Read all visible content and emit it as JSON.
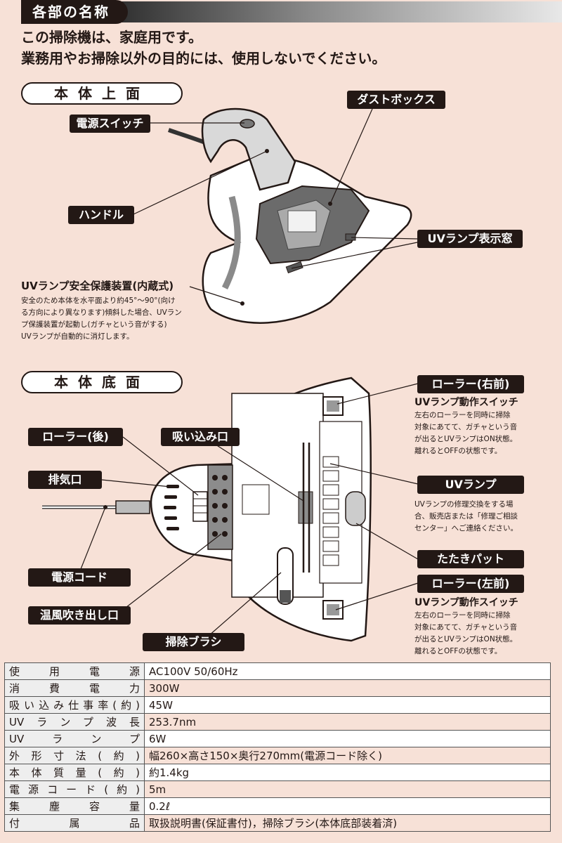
{
  "header": {
    "title": "各部の名称"
  },
  "intro": {
    "line1": "この掃除機は、家庭用です。",
    "line2": "業務用やお掃除以外の目的には、使用しないでください。"
  },
  "top_view": {
    "section_title": "本体上面",
    "power_switch": "電源スイッチ",
    "dust_box": "ダストボックス",
    "handle": "ハンドル",
    "uv_window": "UVランプ表示窓",
    "safety_title": "UVランプ安全保護装置(内蔵式)",
    "safety_lines": [
      "安全のため本体を水平面より約45°～90°(向け",
      "る方向により異なります)傾斜した場合、UVラン",
      "プ保護装置が起動し(ガチャという音がする)",
      "UVランプが自動的に消灯します。"
    ]
  },
  "bottom_view": {
    "section_title": "本体底面",
    "roller_rear": "ローラー(後)",
    "intake": "吸い込み口",
    "exhaust": "排気口",
    "power_cord": "電源コード",
    "warm_air": "温風吹き出し口",
    "brush": "掃除ブラシ",
    "roller_front_right": "ローラー(右前)",
    "roller_front_left": "ローラー(左前)",
    "uv_lamp": "UVランプ",
    "tap_pad": "たたきパット",
    "uv_switch_title": "UVランプ動作スイッチ",
    "uv_switch_lines": [
      "左右のローラーを同時に掃除",
      "対象にあてて、ガチャという音",
      "が出るとUVランプはON状態。",
      "離れるとOFFの状態です。"
    ],
    "uv_lamp_lines": [
      "UVランプの修理交換をする場",
      "合、販売店または「修理ご相談",
      "センター」へご連絡ください。"
    ]
  },
  "specs": [
    {
      "label": "使用電源",
      "value": "AC100V 50/60Hz"
    },
    {
      "label": "消費電力",
      "value": "300W"
    },
    {
      "label": "吸い込み仕事率(約)",
      "value": "45W"
    },
    {
      "label": "UVランプ波長",
      "value": "253.7nm"
    },
    {
      "label": "UVランプ",
      "value": "6W"
    },
    {
      "label": "外形寸法(約)",
      "value": "幅260×高さ150×奥行270mm(電源コード除く)"
    },
    {
      "label": "本体質量(約)",
      "value": "約1.4kg"
    },
    {
      "label": "電源コード(約)",
      "value": "5m"
    },
    {
      "label": "集塵容量",
      "value": "0.2ℓ"
    },
    {
      "label": "付属品",
      "value": "取扱説明書(保証書付)，掃除ブラシ(本体底部装着済)"
    }
  ]
}
